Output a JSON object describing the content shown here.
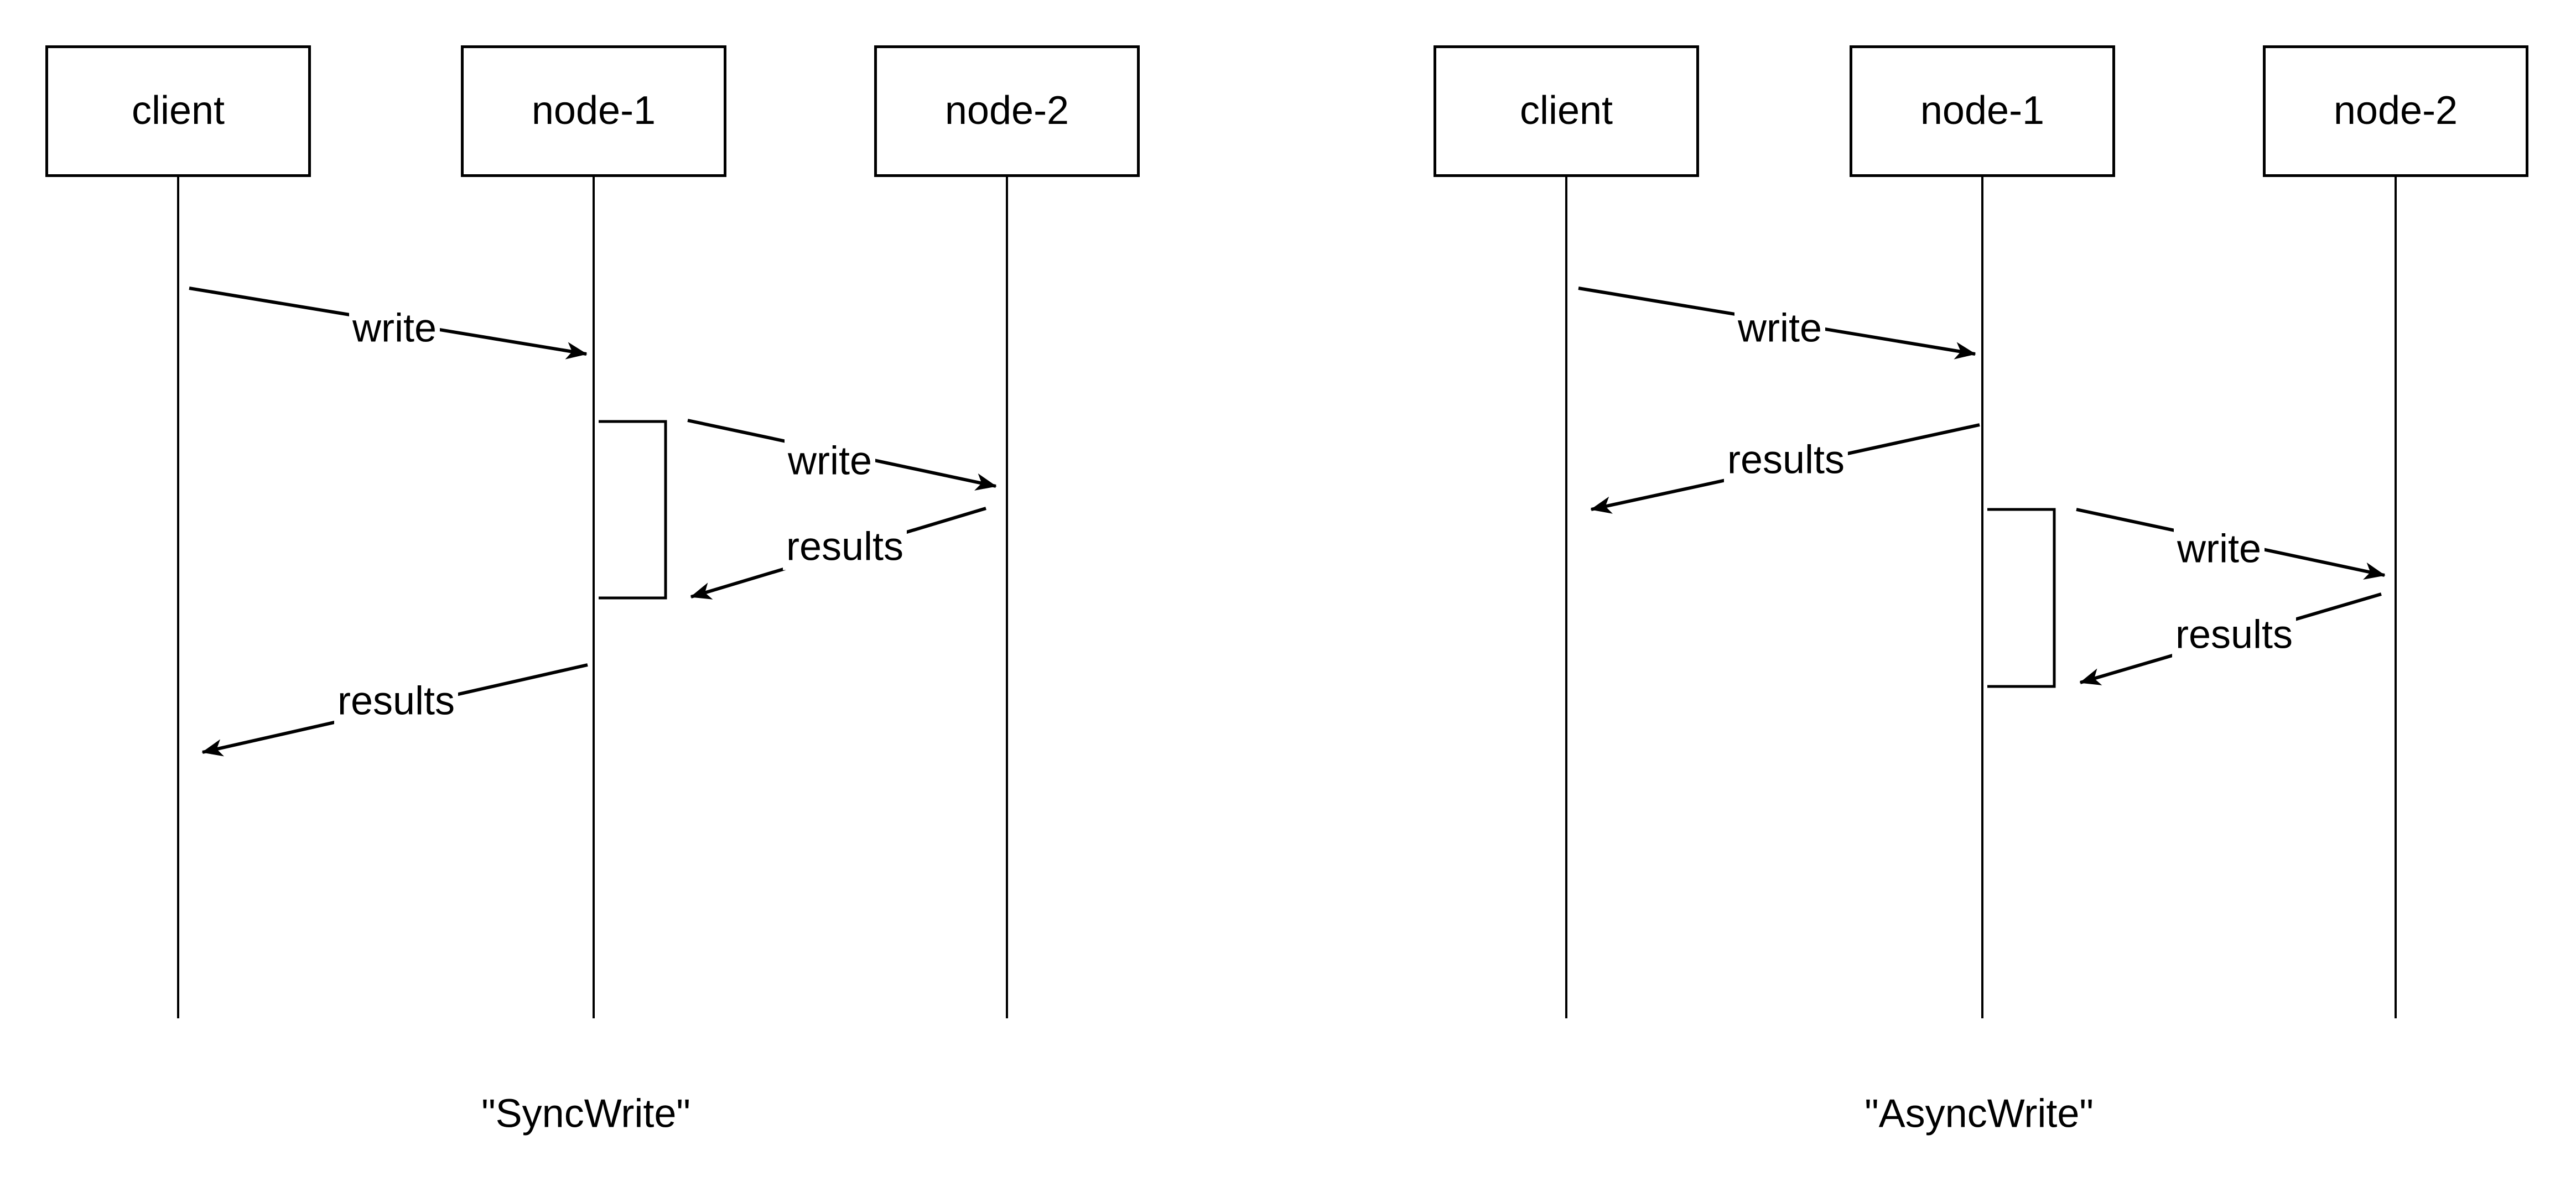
{
  "colors": {
    "line": "#000000",
    "text": "#000000",
    "background": "#ffffff"
  },
  "diagrams": [
    {
      "caption": "\"SyncWrite\"",
      "actors": [
        {
          "label": "client"
        },
        {
          "label": "node-1"
        },
        {
          "label": "node-2"
        }
      ],
      "messages": [
        {
          "label": "write",
          "from": "client",
          "to": "node-1"
        },
        {
          "label": "write",
          "from": "node-1",
          "to": "node-2"
        },
        {
          "label": "results",
          "from": "node-2",
          "to": "node-1"
        },
        {
          "label": "results",
          "from": "node-1",
          "to": "client"
        }
      ]
    },
    {
      "caption": "\"AsyncWrite\"",
      "actors": [
        {
          "label": "client"
        },
        {
          "label": "node-1"
        },
        {
          "label": "node-2"
        }
      ],
      "messages": [
        {
          "label": "write",
          "from": "client",
          "to": "node-1"
        },
        {
          "label": "results",
          "from": "node-1",
          "to": "client"
        },
        {
          "label": "write",
          "from": "node-1",
          "to": "node-2"
        },
        {
          "label": "results",
          "from": "node-2",
          "to": "node-1"
        }
      ]
    }
  ]
}
